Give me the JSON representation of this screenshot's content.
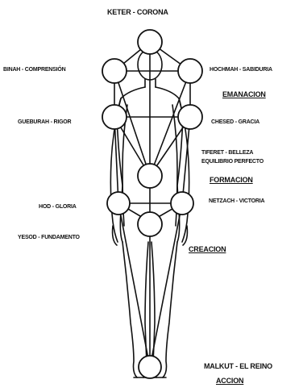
{
  "labels": {
    "keter": "KETER - CORONA",
    "binah": "BINAH - COMPRENSIÓN",
    "hochmah": "HOCHMAH - SABIDURIA",
    "emanacion": "EMANACION",
    "gueburah": "GUEBURAH - RIGOR",
    "chesed": "CHESED - GRACIA",
    "tiferet_line1": "TIFERET - BELLEZA",
    "tiferet_line2": "EQUILIBRIO PERFECTO",
    "formacion": "FORMACION",
    "netzach": "NETZACH - VICTORIA",
    "hod": "HOD - GLORIA",
    "yesod": "YESOD - FUNDAMENTO",
    "creacion": "CREACION",
    "malkut": "MALKUT - EL REINO",
    "accion": "ACCION"
  }
}
